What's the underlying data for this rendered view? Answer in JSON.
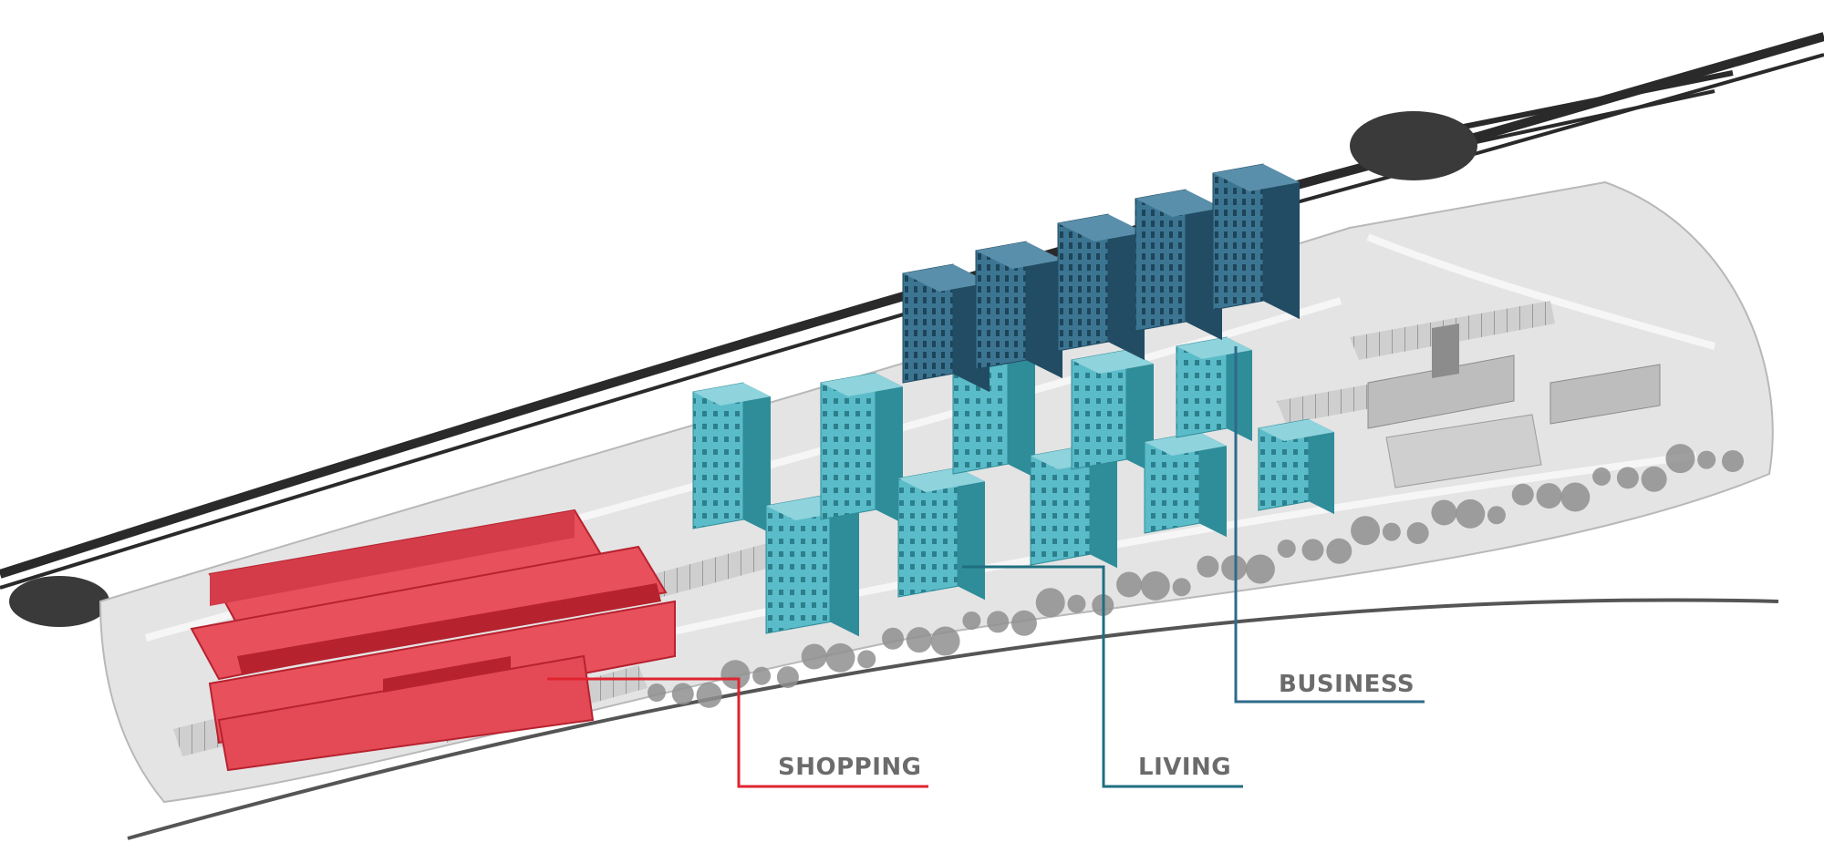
{
  "zones": {
    "shopping": {
      "label": "SHOPPING",
      "color": "#e0242f"
    },
    "living": {
      "label": "LIVING",
      "color": "#1f6f80"
    },
    "business": {
      "label": "BUSINESS",
      "color": "#2e6a8a"
    }
  },
  "colors": {
    "shopping_fill": "#e8505c",
    "shopping_dark": "#b7222f",
    "living_fill": "#5bbcc9",
    "living_dark": "#2f8c99",
    "business_fill": "#3c7592",
    "business_dark": "#214c63",
    "site": "#e4e4e4",
    "road": "#2a2a2a",
    "tree": "#8f8f8f"
  }
}
